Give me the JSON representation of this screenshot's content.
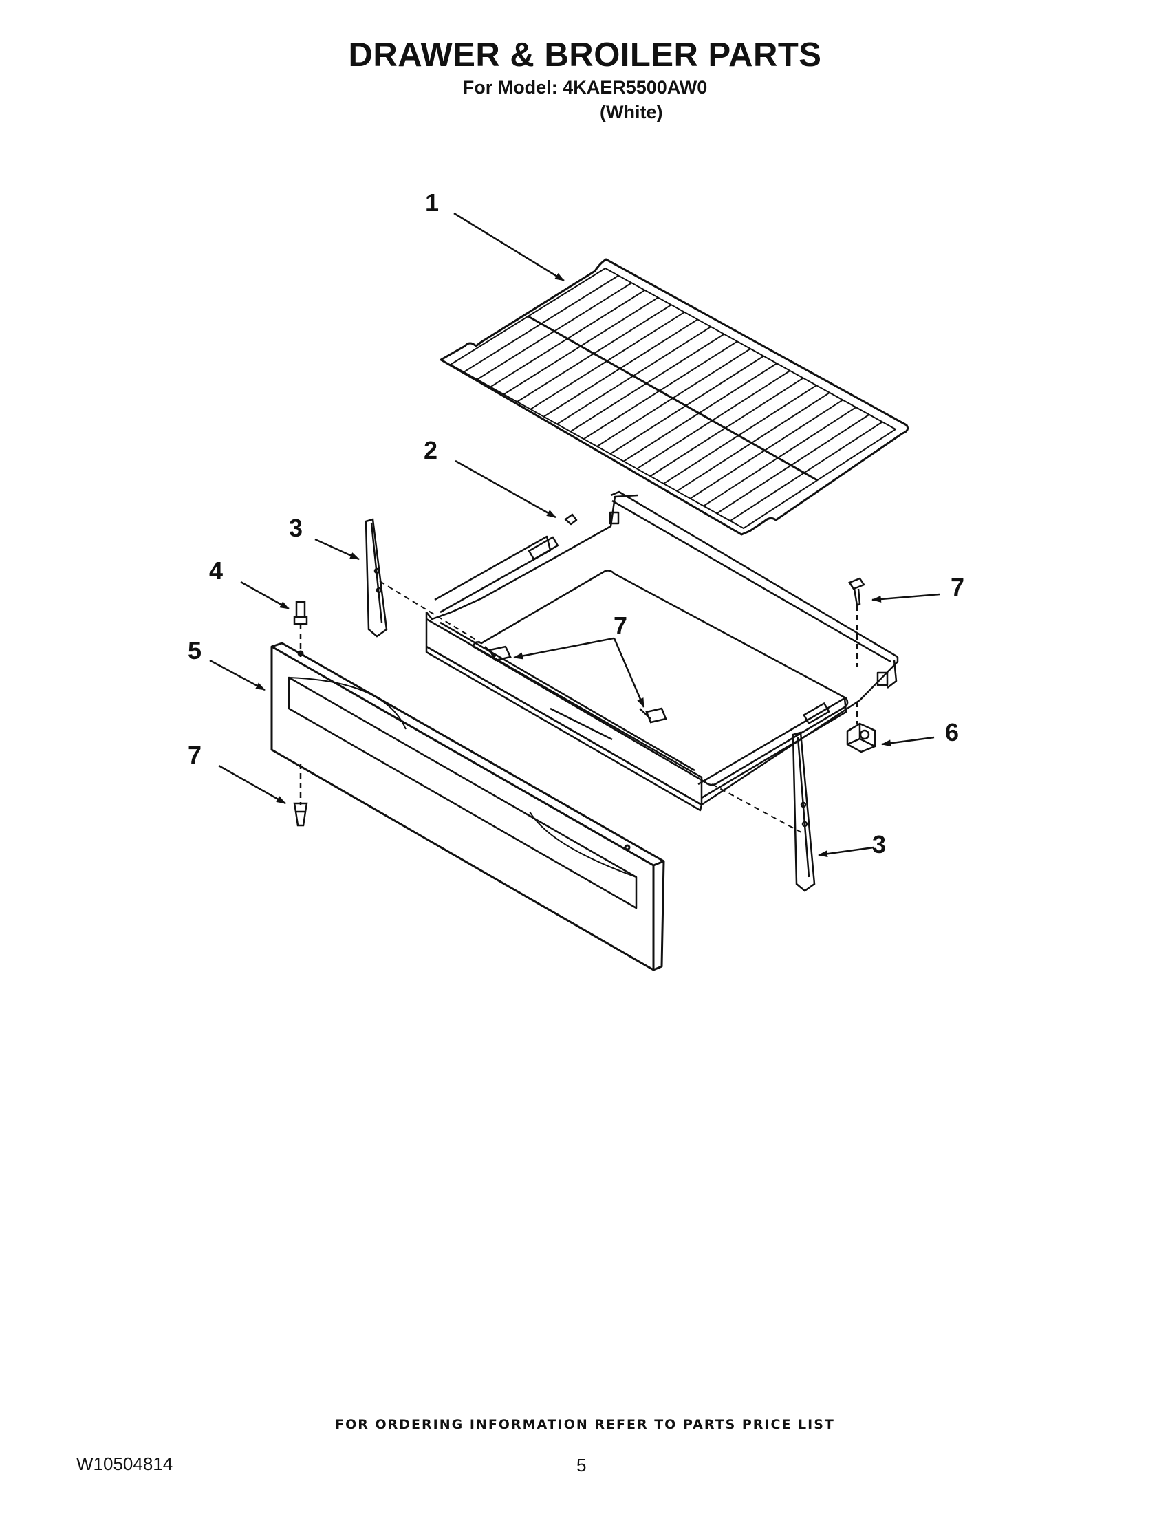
{
  "header": {
    "title": "DRAWER & BROILER PARTS",
    "model_line": "For Model: 4KAER5500AW0",
    "color_line": "(White)"
  },
  "callouts": {
    "c1": "1",
    "c2": "2",
    "c3a": "3",
    "c3b": "3",
    "c4": "4",
    "c5": "5",
    "c6": "6",
    "c7a": "7",
    "c7b": "7",
    "c7c": "7"
  },
  "footer": {
    "ordering_note": "FOR ORDERING INFORMATION REFER TO PARTS PRICE LIST",
    "doc_number": "W10504814",
    "page_number": "5"
  }
}
